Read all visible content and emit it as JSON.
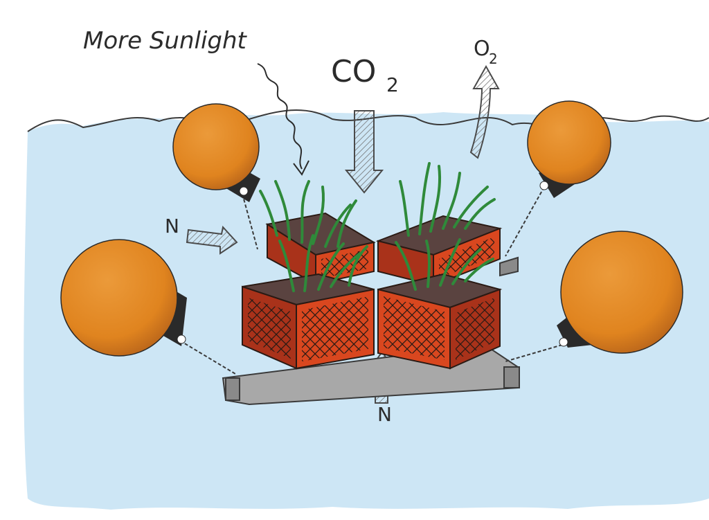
{
  "labels": {
    "sunlight": "More Sunlight",
    "co2": "CO",
    "co2_sub": "2",
    "o2": "O",
    "o2_sub": "2",
    "nitrogen_left": "N",
    "nitrogen_bottom": "N"
  },
  "colors": {
    "water": "#cde6f5",
    "buoy": "#e0841f",
    "buoy_shadow": "#b8641a",
    "buoy_cap": "#2a2a2a",
    "crate": "#d9471f",
    "crate_dark": "#a9321a",
    "soil": "#5a4340",
    "grass": "#2f8a3a",
    "beam": "#8d8d8d"
  }
}
